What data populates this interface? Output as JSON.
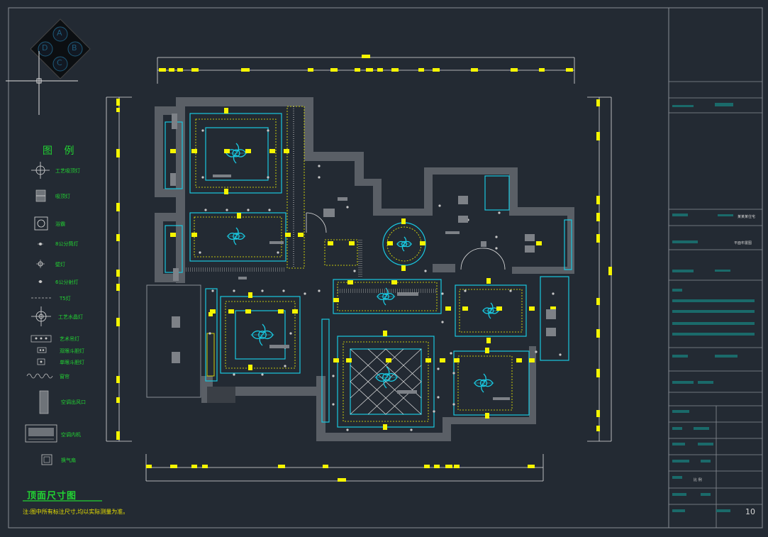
{
  "colors": {
    "background": "#232a33",
    "wall": "#5a5f66",
    "cyan": "#19c8e0",
    "yellow": "#f5f500",
    "green": "#22d433",
    "frame": "#8a8f96",
    "white": "#e0e0e0"
  },
  "compass": {
    "letters": [
      "A",
      "B",
      "C",
      "D"
    ]
  },
  "legend": {
    "title": "图 例",
    "items": [
      {
        "label": "工艺吸顶灯",
        "icon": "crystal-ceiling-lamp-icon"
      },
      {
        "label": "吸顶灯",
        "icon": "ceiling-lamp-icon"
      },
      {
        "label": "浴霸",
        "icon": "bath-heater-icon"
      },
      {
        "label": "8公分筒灯",
        "icon": "downlight-icon"
      },
      {
        "label": "壁灯",
        "icon": "wall-lamp-icon"
      },
      {
        "label": "6公分射灯",
        "icon": "spotlight-icon"
      },
      {
        "label": "T5灯",
        "icon": "t5-tube-icon"
      },
      {
        "label": "工艺水晶灯",
        "icon": "chandelier-icon"
      },
      {
        "label": "艺术吊灯",
        "icon": "art-pendant-icon"
      },
      {
        "label": "双眼斗胆灯",
        "icon": "double-grille-lamp-icon"
      },
      {
        "label": "单眼斗胆灯",
        "icon": "single-grille-lamp-icon"
      },
      {
        "label": "窗帘",
        "icon": "curtain-icon"
      },
      {
        "label": "空调出风口",
        "icon": "ac-vent-icon"
      },
      {
        "label": "空调内机",
        "icon": "ac-unit-icon"
      },
      {
        "label": "换气扇",
        "icon": "exhaust-fan-icon"
      }
    ]
  },
  "plan": {
    "title": "顶面尺寸图",
    "note": "注:图中所有标注尺寸,均以实际测量为准。"
  },
  "title_block": {
    "labels": [
      "某某某住宅",
      "平面布置图",
      "比 例"
    ],
    "sheet_number": "10"
  }
}
